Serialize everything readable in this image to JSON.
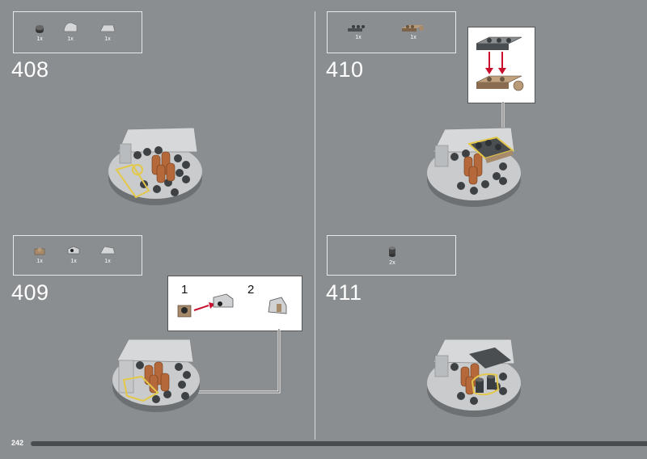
{
  "steps": [
    {
      "number": "408",
      "parts": [
        "1x",
        "1x",
        "1x"
      ]
    },
    {
      "number": "409",
      "parts": [
        "1x",
        "1x",
        "1x"
      ],
      "callout": {
        "sub1": "1",
        "sub2": "2"
      }
    },
    {
      "number": "410",
      "parts": [
        "1x",
        "1x"
      ]
    },
    {
      "number": "411",
      "parts": [
        "2x"
      ]
    }
  ],
  "footer": {
    "page_number": "242"
  },
  "colors": {
    "background": "#8a8e90",
    "highlight": "#e3c84a",
    "arrow": "#c8102e",
    "copper": "#b5683a"
  }
}
